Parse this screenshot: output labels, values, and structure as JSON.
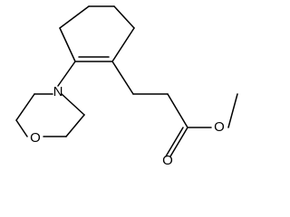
{
  "molecule": {
    "atoms": {
      "morpholine_nitrogen": "N",
      "morpholine_oxygen": "O",
      "ester_carbonyl_oxygen": "O",
      "ester_alkoxy_oxygen": "O"
    }
  }
}
